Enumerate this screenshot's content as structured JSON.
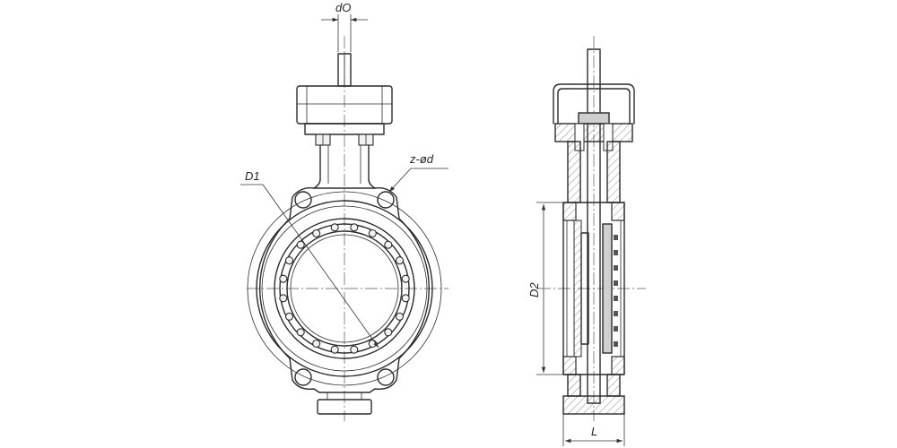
{
  "labels": {
    "stem_diameter": "dO",
    "flange_diameter": "D1",
    "holes": "z-ød",
    "bore_diameter": "D2",
    "length": "L"
  }
}
